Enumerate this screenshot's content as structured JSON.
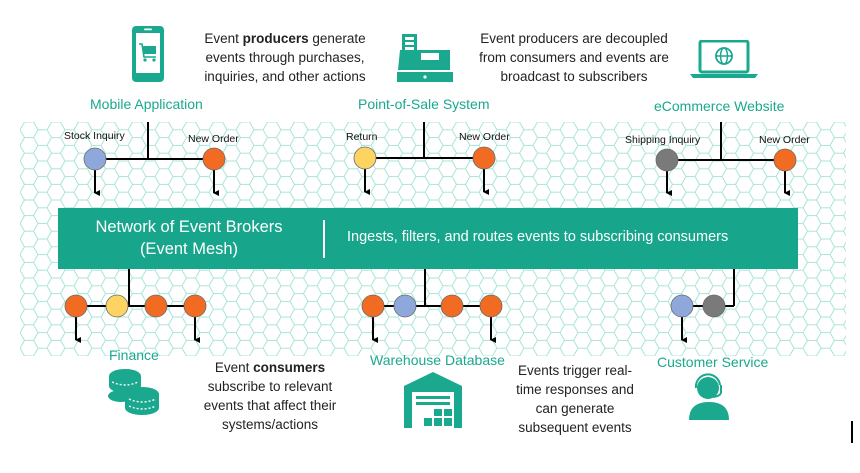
{
  "colors": {
    "brand_teal": "#17a68c",
    "event_orange": "#f26b23",
    "event_blue": "#8fa8dc",
    "event_yellow": "#fdd462",
    "event_gray": "#7a7a7a",
    "hex_line": "#9ee3d5"
  },
  "captions": {
    "producers": {
      "pre": "Event ",
      "bold": "producers",
      "post": " generate events through purchases, inquiries, and other actions"
    },
    "decoupled": "Event producers are decoupled from consumers and events are broadcast to subscribers",
    "consumers": {
      "pre": "Event ",
      "bold": "consumers",
      "post": " subscribe to relevant events that affect their systems/actions"
    },
    "triggers": "Events trigger real-time responses and can generate subsequent events"
  },
  "producers": [
    {
      "name": "Mobile Application",
      "icon": "mobile-cart-icon",
      "events": [
        {
          "label": "Stock Inquiry",
          "color": "blue"
        },
        {
          "label": "New Order",
          "color": "orange"
        }
      ]
    },
    {
      "name": "Point-of-Sale System",
      "icon": "cash-register-icon",
      "events": [
        {
          "label": "Return",
          "color": "yellow"
        },
        {
          "label": "New Order",
          "color": "orange"
        }
      ]
    },
    {
      "name": "eCommerce Website",
      "icon": "laptop-globe-icon",
      "events": [
        {
          "label": "Shipping Inquiry",
          "color": "gray"
        },
        {
          "label": "New Order",
          "color": "orange"
        }
      ]
    }
  ],
  "mesh": {
    "title_line1": "Network of Event Brokers",
    "title_line2": "(Event Mesh)",
    "description": "Ingests, filters, and routes events to subscribing consumers"
  },
  "consumers": [
    {
      "name": "Finance",
      "icon": "coins-icon",
      "events": [
        "orange",
        "yellow",
        "orange",
        "orange"
      ]
    },
    {
      "name": "Warehouse Database",
      "icon": "warehouse-icon",
      "events": [
        "orange",
        "blue",
        "orange",
        "orange"
      ]
    },
    {
      "name": "Customer Service",
      "icon": "headset-agent-icon",
      "events": [
        "blue",
        "gray"
      ]
    }
  ]
}
